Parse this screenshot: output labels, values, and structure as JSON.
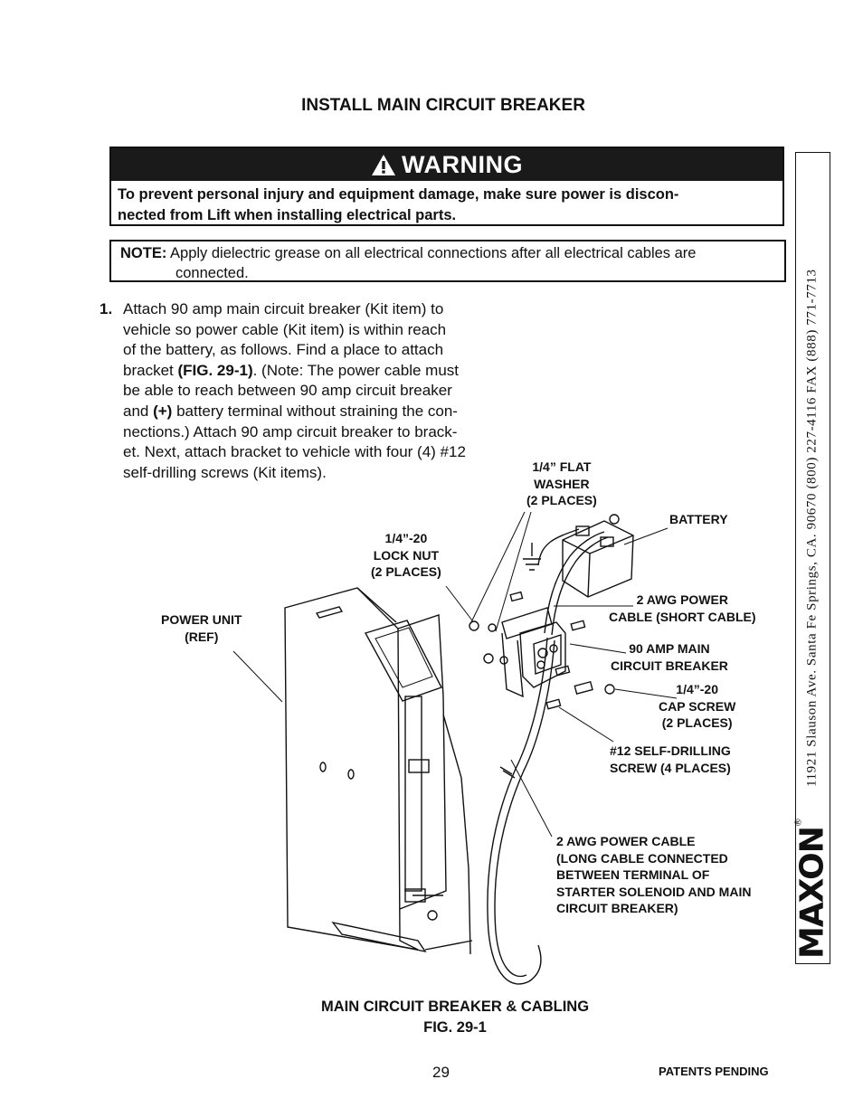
{
  "section_title": "INSTALL MAIN CIRCUIT BREAKER",
  "warning": {
    "heading": "WARNING",
    "lines": [
      "To prevent personal injury and equipment damage, make sure power is discon-",
      "nected from Lift when installing electrical parts."
    ]
  },
  "note": {
    "label": "NOTE:",
    "line1": " Apply dielectric grease on all electrical connections after all electrical cables are",
    "line2": "connected."
  },
  "step": {
    "number": "1.",
    "l1": "Attach 90 amp main circuit breaker (Kit item) to",
    "l2": "vehicle so power cable (Kit item) is within reach",
    "l3": "of the battery, as follows. Find a place to attach",
    "l4_pre": "bracket ",
    "l4_bold": "(FIG. 29-1)",
    "l4_post": ". (Note: The power cable must",
    "l5": "be able to reach between 90 amp circuit breaker",
    "l6_pre": "and ",
    "l6_bold": "(+)",
    "l6_post": " battery terminal without straining the con-",
    "l7": "nections.)  Attach 90 amp circuit breaker to brack-",
    "l8": "et. Next, attach bracket to vehicle with four (4) #12",
    "l9": "self-drilling screws (Kit items)."
  },
  "callouts": {
    "flat_washer": [
      "1/4” FLAT",
      "WASHER",
      "(2 PLACES)"
    ],
    "battery": [
      "BATTERY"
    ],
    "lock_nut": [
      "1/4”-20",
      "LOCK NUT",
      "(2 PLACES)"
    ],
    "power_unit": [
      "POWER UNIT",
      "(REF)"
    ],
    "short_cable": [
      "2 AWG POWER",
      "CABLE (SHORT CABLE)"
    ],
    "breaker": [
      "90 AMP MAIN",
      "CIRCUIT BREAKER"
    ],
    "cap_screw": [
      "1/4”-20",
      "CAP SCREW",
      "(2 PLACES)"
    ],
    "self_drilling": [
      "#12 SELF-DRILLING",
      "SCREW (4 PLACES)"
    ],
    "long_cable": [
      "2 AWG POWER CABLE",
      "(LONG CABLE CONNECTED",
      "BETWEEN TERMINAL OF",
      "STARTER SOLENOID AND MAIN",
      "CIRCUIT BREAKER)"
    ]
  },
  "figure": {
    "title": "MAIN CIRCUIT BREAKER & CABLING",
    "number": "FIG. 29-1"
  },
  "sidebar": {
    "address": "11921 Slauson Ave.   Santa Fe Springs, CA.   90670   (800) 227-4116   FAX (888) 771-7713",
    "logo": "MAXON",
    "registered": "®"
  },
  "footer": {
    "page_number": "29",
    "patents": "PATENTS PENDING"
  }
}
